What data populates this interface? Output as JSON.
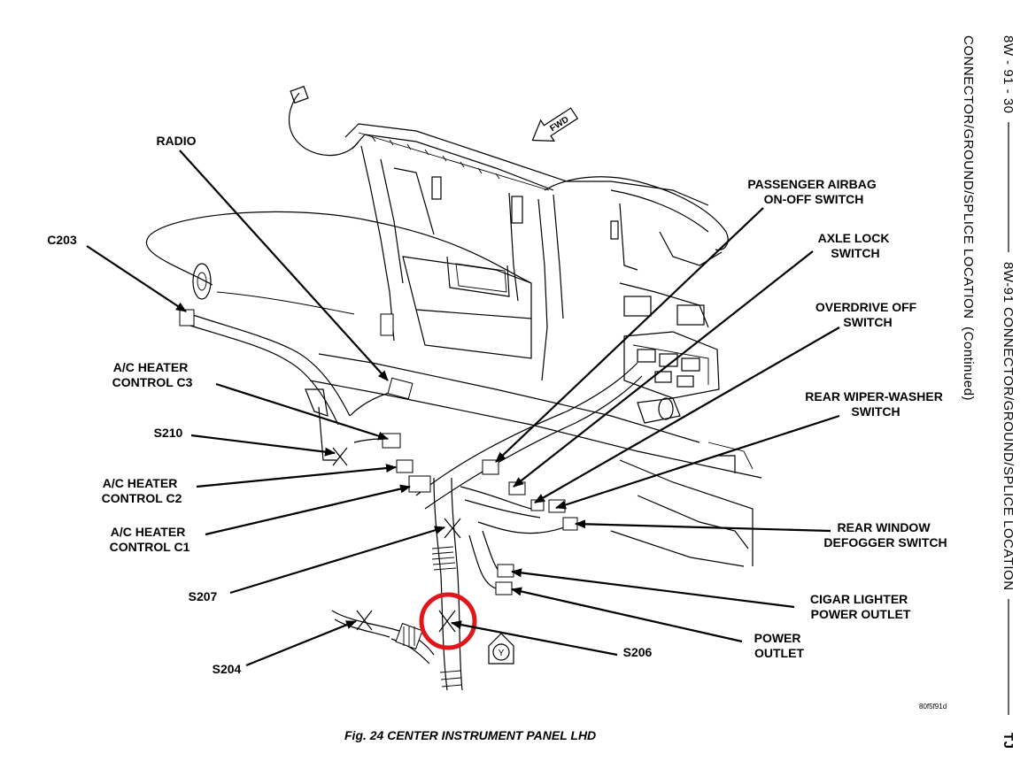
{
  "header": {
    "page_number": "8W - 91 - 30",
    "section_title": "8W-91 CONNECTOR/GROUND/SPLICE LOCATION",
    "subtitle": "CONNECTOR/GROUND/SPLICE LOCATION",
    "continued": "(Continued)",
    "vehicle_code": "TJ"
  },
  "figure": {
    "caption": "Fig. 24 CENTER INSTRUMENT PANEL LHD",
    "reference_code": "80f5f91d",
    "fwd_label": "FWD",
    "symbol_label": "Y"
  },
  "labels": {
    "radio": [
      "RADIO"
    ],
    "c203": [
      "C203"
    ],
    "ac_heater_c3": [
      "A/C HEATER",
      "CONTROL  C3"
    ],
    "s210": [
      "S210"
    ],
    "ac_heater_c2": [
      "A/C HEATER",
      "CONTROL  C2"
    ],
    "ac_heater_c1": [
      "A/C HEATER",
      "CONTROL  C1"
    ],
    "s207": [
      "S207"
    ],
    "s204": [
      "S204"
    ],
    "s206": [
      "S206"
    ],
    "passenger_airbag": [
      "PASSENGER AIRBAG",
      "ON-OFF SWITCH"
    ],
    "axle_lock": [
      "AXLE LOCK",
      "SWITCH"
    ],
    "overdrive_off": [
      "OVERDRIVE OFF",
      "SWITCH"
    ],
    "rear_wiper_washer": [
      "REAR WIPER-WASHER",
      "SWITCH"
    ],
    "rear_window_defogger": [
      "REAR WINDOW",
      "DEFOGGER SWITCH"
    ],
    "cigar_lighter": [
      "CIGAR LIGHTER",
      "POWER OUTLET"
    ],
    "power_outlet": [
      "POWER",
      "OUTLET"
    ]
  },
  "highlight": {
    "target": "S206",
    "color": "#e0161b"
  }
}
